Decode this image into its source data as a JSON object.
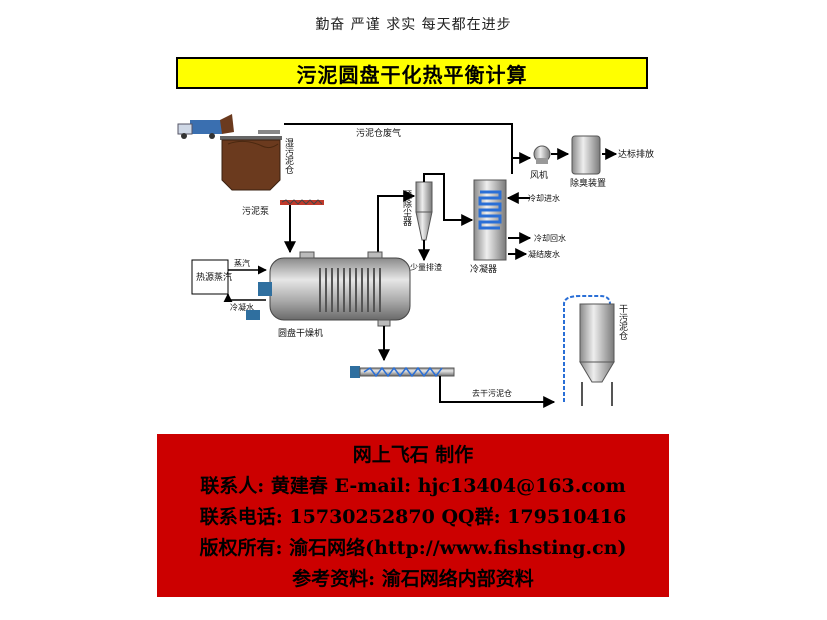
{
  "header": {
    "motto": "勤奋 严谨 求实 每天都在进步"
  },
  "title": "污泥圆盘干化热平衡计算",
  "diagram": {
    "wet_sludge_silo": "湿污泥仓",
    "sludge_pump": "污泥泵",
    "silo_exhaust": "污泥仓废气",
    "fan": "风机",
    "deodorizer": "除臭装置",
    "discharge": "达标排放",
    "dust_separator": "预除尘器",
    "small_slag": "少量排渣",
    "cooling_in": "冷却进水",
    "cooling_return": "冷却回水",
    "condensate": "凝结废水",
    "condenser": "冷凝器",
    "steam": "蒸汽",
    "heat_source": "热源蒸汽",
    "condensate_water": "冷凝水",
    "disc_dryer": "圆盘干燥机",
    "to_dry_silo": "去干污泥仓",
    "dry_sludge_silo": "干污泥仓"
  },
  "credits": {
    "line1": "网上飞石 制作",
    "line2": "联系人: 黄建春 E-mail: hjc13404@163.com",
    "line3": "联系电话: 15730252870 QQ群: 179510416",
    "line4": "版权所有: 渝石网络(http://www.fishsting.cn)",
    "line5": "参考资料: 渝石网络内部资料"
  },
  "colors": {
    "title_bg": "#ffff00",
    "credit_bg": "#cc0000",
    "sludge": "#6b3a1e",
    "coil": "#2a6fd6"
  }
}
